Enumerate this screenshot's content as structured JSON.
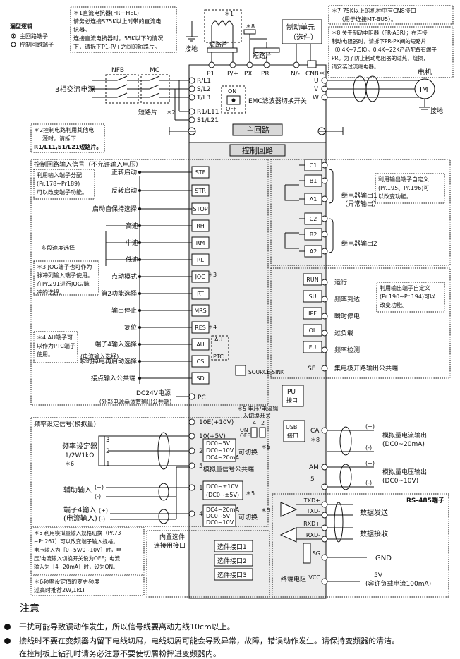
{
  "legend": {
    "title": "漏型逻辑",
    "main": "主回路端子",
    "control": "控制回路端子"
  },
  "notes_top": {
    "n1": [
      "＊1直流电抗器(FR－HEL)",
      "请务必连接S75K以上时带的直流电",
      "抗器。",
      "连接直流电抗器时，55K以下的情况",
      "下，请拆下P1-P/+之间的短路片。"
    ],
    "n7": [
      "＊7 75K以上的机种中有CN8接口",
      "（用于连接MT-BU5）。"
    ],
    "n8": [
      "＊8 关于制动电阻器（FR-ABR）；在连接",
      "制动电阻器时，请拆下PR-PX间的短路片",
      "（0.4K~7.5K）。0.4K~22K产品配备有端子",
      "PR。为了防止制动电阻器的过热、烧损，",
      "请安装过流继电器。"
    ],
    "n2": [
      "＊2控制电路利用其他电",
      "源时，请拆下",
      "R1/L11,S1/L21短路片。"
    ]
  },
  "main": {
    "input_label": "3相交流电源",
    "nfb": "NFB",
    "mc": "MC",
    "short_bar": "短路片",
    "short_bar2_ref": "＊2",
    "brake_unit": [
      "制动单元",
      "（选件）"
    ],
    "ground": "接地",
    "top_terms": [
      "P1",
      "P/+",
      "PX",
      "PR",
      "N/-",
      "CN8＊7"
    ],
    "left_terms": [
      "R/L1",
      "S/L2",
      "T/L3",
      "R1/L11",
      "S1/L21"
    ],
    "right_terms": [
      "U",
      "V",
      "W"
    ],
    "motor": "电机",
    "im": "IM",
    "emc_on": "ON",
    "emc_off": "OFF",
    "emc_label": "EMC滤波器切换开关",
    "main_circuit": "主回路",
    "control_circuit": "控制回路",
    "star1": "＊1",
    "star8": "＊8"
  },
  "inputs": {
    "header": "控制回路输入信号（不允许输入电压）",
    "assign": [
      "利用输入端子分配",
      "(Pr.178~Pr189)",
      "可以改变端子功能。"
    ],
    "rows": [
      {
        "label": "正转启动",
        "term": "STF"
      },
      {
        "label": "反转启动",
        "term": "STR"
      },
      {
        "label": "启动自保持选择",
        "term": "STOP"
      },
      {
        "label": "高速",
        "term": "RH"
      },
      {
        "label": "中速",
        "term": "RM"
      },
      {
        "label": "低速",
        "term": "RL"
      },
      {
        "label": "点动模式",
        "term": "JOG"
      },
      {
        "label": "第2功能选择",
        "term": "RT"
      },
      {
        "label": "输出停止",
        "term": "MRS"
      },
      {
        "label": "复位",
        "term": "RES"
      },
      {
        "label": "端子4输入选择",
        "term": "AU"
      },
      {
        "label": "瞬时掉电再启动选择",
        "term": "CS"
      },
      {
        "label": "接点输入公共端",
        "term": "SD"
      }
    ],
    "multi_speed": "多段速度选择",
    "term4_sub": "(电流输入选择)",
    "jog_note": [
      "＊3 JOG端子也可作为",
      "脉冲列输入端子使用。",
      "在Pr.291进行JOG/脉",
      "冲的选择。"
    ],
    "au_note": [
      "＊4 AU端子可",
      "以作为PTC端子",
      "使用。"
    ],
    "star3": "＊3",
    "star4": "＊4",
    "au_sw": "AU",
    "ptc_sw": "PTC",
    "source_sink": "SOURCE SINK",
    "pc_label": [
      "DC24V电源",
      "（外部电源晶体管输出公共端）"
    ],
    "pc": "PC"
  },
  "relay": {
    "terms": [
      "C1",
      "B1",
      "A1",
      "C2",
      "B2",
      "A2"
    ],
    "out1": [
      "继电器输出1",
      "（异常输出）"
    ],
    "out2": "继电器输出2",
    "note": [
      "利用输出端子自定义",
      "(Pr.195、Pr.196)可",
      "以改变功能。"
    ]
  },
  "oc": {
    "rows": [
      {
        "term": "RUN",
        "label": "运行"
      },
      {
        "term": "SU",
        "label": "频率到达"
      },
      {
        "term": "IPF",
        "label": "瞬时停电"
      },
      {
        "term": "OL",
        "label": "过负载"
      },
      {
        "term": "FU",
        "label": "频率检测"
      }
    ],
    "se": "SE",
    "se_label": "集电极开路输出公共端",
    "note": [
      "利用输出端子自定义",
      "(Pr.190~Pr.194)可以",
      "改变功能。"
    ]
  },
  "analog": {
    "header": "频率设定信号(模拟量)",
    "pot": [
      "频率设定器",
      "1/2W1kΩ",
      "＊6"
    ],
    "pot_pins": [
      "3",
      "2",
      "1"
    ],
    "terms": [
      "10E(+10V)",
      "10(+5V)",
      "2",
      "5",
      "1",
      "4"
    ],
    "term_2_box": [
      "DC0~5V",
      "DC0~10V",
      "DC4~20mA"
    ],
    "selectable": "可切换",
    "star5": "＊5",
    "common": "模拟量信号公共端",
    "aux": "辅助输入",
    "plus_minus": [
      "(+)",
      "(-)",
      "(+)",
      "(-)"
    ],
    "term1_box": [
      "DC0~±10V",
      "(DC0~±5V)"
    ],
    "term4": [
      "端子4输入",
      "(电流输入)"
    ],
    "term4_box": [
      "DC4~20mA",
      "DC0~5V",
      "DC0~10V"
    ],
    "switch": [
      "＊5 电压/电流输",
      "入切换开关"
    ],
    "sw_nums": [
      "4",
      "2"
    ],
    "on_off": [
      "ON",
      "OFF"
    ],
    "note5": [
      "＊5 利用模拟量输入规格切换（Pr.73",
      "~Pr.267）可以改变端子输入规格。",
      "电压输入为［0~5V/0~10V］时，电",
      "压/电流输入切换开关设为OFF；电流",
      "输入为［4~20mA］时，设为ON。"
    ],
    "note6": [
      "＊6频率设定值的变更频度",
      "过高时推荐2W,1kΩ"
    ]
  },
  "options": {
    "label": [
      "内置选件",
      "连接用接口"
    ],
    "ports": [
      "选件接口1",
      "选件接口2",
      "选件接口3"
    ]
  },
  "pu": [
    "PU",
    "接口"
  ],
  "usb": [
    "USB",
    "接口"
  ],
  "analog_out": {
    "ca": "CA",
    "am": "AM",
    "star8": "＊8",
    "five": "5",
    "ca_label": [
      "模拟量电流输出",
      "(DC0~20mA)"
    ],
    "am_label": [
      "模拟量电压输出",
      "(DC0~10V)"
    ],
    "signs": [
      "(+)",
      "(-)",
      "(+)",
      "(-)"
    ]
  },
  "rs485": {
    "title": "RS-485端子",
    "terms": [
      "TXD+",
      "TXD-",
      "RXD+",
      "RXD-",
      "SG",
      "VCC"
    ],
    "send": "数据发送",
    "recv": "数据接收",
    "gnd": "GND",
    "vcc": [
      "5V",
      "(容许负载电流100mA)"
    ],
    "term_res": "终端电阻"
  },
  "footer": {
    "title": "注意",
    "items": [
      "干扰可能导致误动作发生，所以信号线要离动力线10cm以上。",
      "接线时不要在变频器内留下电线切屑，电线切屑可能会导致异常，故障，错误动作发生。请保持变频器的清洁。",
      "在控制板上钻孔时请务必注意不要使切屑粉摔进变频器内。"
    ]
  }
}
